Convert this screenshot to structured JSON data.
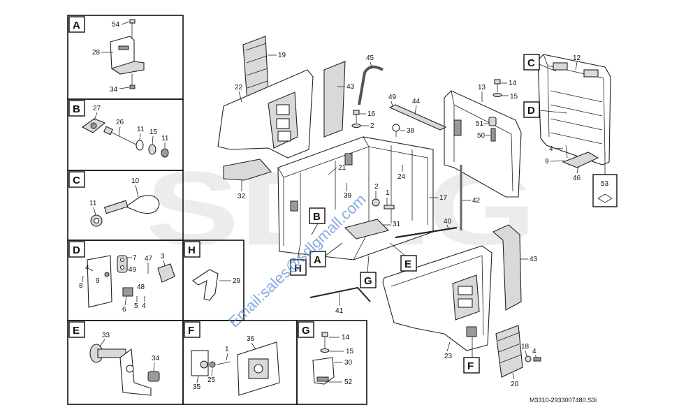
{
  "watermark_logo": "SDLG",
  "watermark_email": "Email:sales@sdlgmall.com",
  "reference_code": "M3310-2933007480.S3i",
  "detail_labels": [
    "A",
    "B",
    "C",
    "D",
    "E",
    "F",
    "G",
    "H"
  ],
  "main_labels": {
    "A": "A",
    "B": "B",
    "C": "C",
    "D": "D",
    "E": "E",
    "F": "F",
    "G": "G",
    "H": "H"
  },
  "callouts": {
    "n1": "1",
    "n2": "2",
    "n3": "3",
    "n4": "4",
    "n5": "5",
    "n6": "6",
    "n7": "7",
    "n8": "8",
    "n9": "9",
    "n10": "10",
    "n11": "11",
    "n12": "12",
    "n13": "13",
    "n14": "14",
    "n15": "15",
    "n16": "16",
    "n17": "17",
    "n18": "18",
    "n19": "19",
    "n20": "20",
    "n21": "21",
    "n22": "22",
    "n23": "23",
    "n24": "24",
    "n25": "25",
    "n26": "26",
    "n27": "27",
    "n28": "28",
    "n29": "29",
    "n30": "30",
    "n31": "31",
    "n32": "32",
    "n33": "33",
    "n34": "34",
    "n35": "35",
    "n36": "36",
    "n38": "38",
    "n39": "39",
    "n40": "40",
    "n41": "41",
    "n42": "42",
    "n43": "43",
    "n44": "44",
    "n45": "45",
    "n46": "46",
    "n47": "47",
    "n48": "48",
    "n49": "49",
    "n50": "50",
    "n51": "51",
    "n52": "52",
    "n53": "53",
    "n54": "54"
  }
}
